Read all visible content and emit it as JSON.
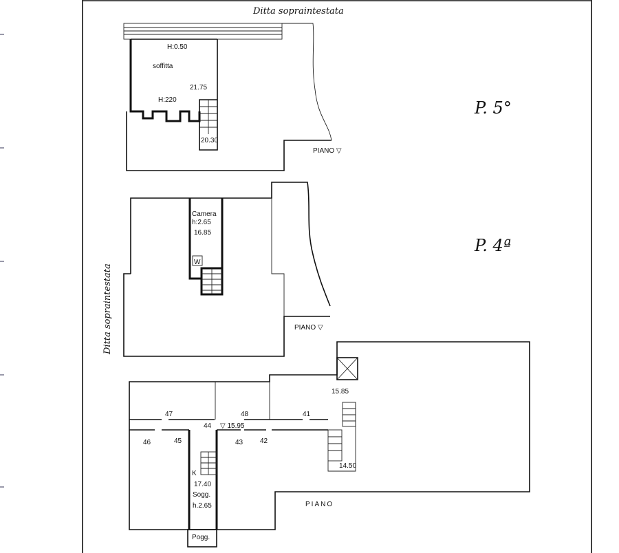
{
  "sheet": {
    "top_plan": {
      "neighbor_label": "Ditta sopraintestata",
      "height_attic": "H:0.50",
      "room": "soffitta",
      "height_wall": "H:220",
      "level_a": "21.75",
      "level_b": "20.30",
      "floor_label": "PIANO ▽",
      "floor_mark": "P. 5°"
    },
    "middle_plan": {
      "neighbor_label": "Ditta sopraintestata",
      "room": "Camera",
      "height": "h:2.65",
      "level": "16.85",
      "wc": "W",
      "floor_label": "PIANO ▽",
      "floor_mark": "P. 4ª"
    },
    "bottom_plan": {
      "door_numbers": [
        "47",
        "48",
        "41",
        "46",
        "45",
        "44",
        "43",
        "42"
      ],
      "corridor_level": "▽ 15.95",
      "stair_level_top": "15.85",
      "stair_level_bottom": "14.50",
      "kitchen": "K",
      "room_level": "17.40",
      "room": "Sogg.",
      "height": "h.2.65",
      "balcony": "Pogg.",
      "floor_label": "PIANO"
    }
  }
}
